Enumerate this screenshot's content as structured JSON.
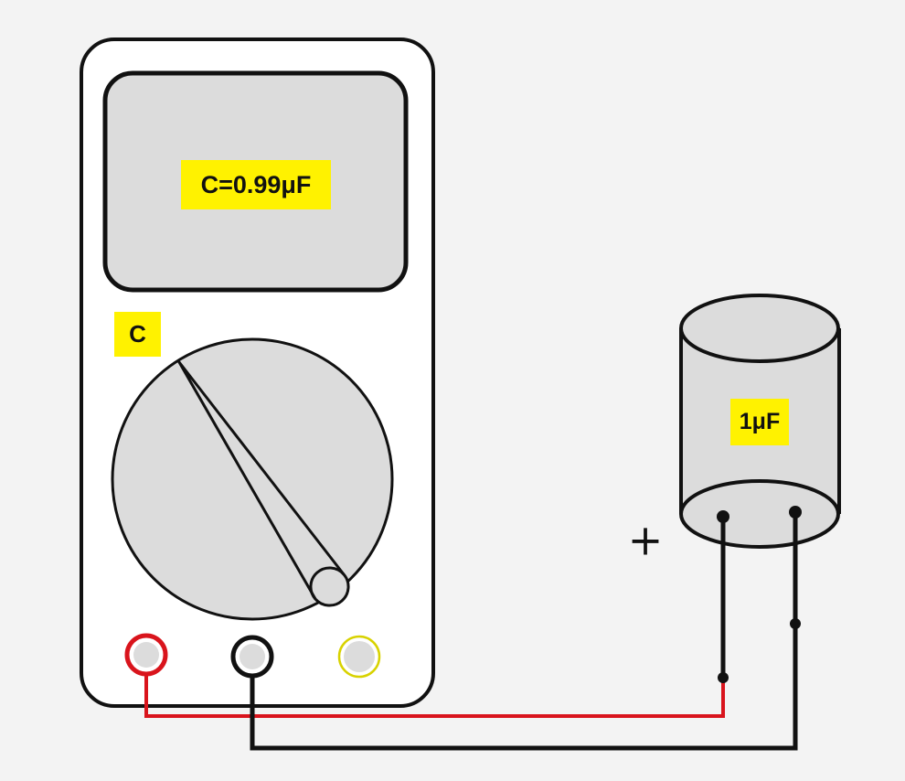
{
  "multimeter": {
    "display_reading": "C=0.99μF",
    "mode_label": "C"
  },
  "capacitor": {
    "value_label": "1μF",
    "polarity_mark": "+"
  },
  "colors": {
    "background": "#f3f3f3",
    "device_fill": "#ffffff",
    "panel_fill": "#dcdcdc",
    "outline": "#111111",
    "label_highlight": "#fff200",
    "positive_wire": "#d9141c",
    "negative_wire": "#111111",
    "spare_jack_ring": "#d8d200"
  }
}
